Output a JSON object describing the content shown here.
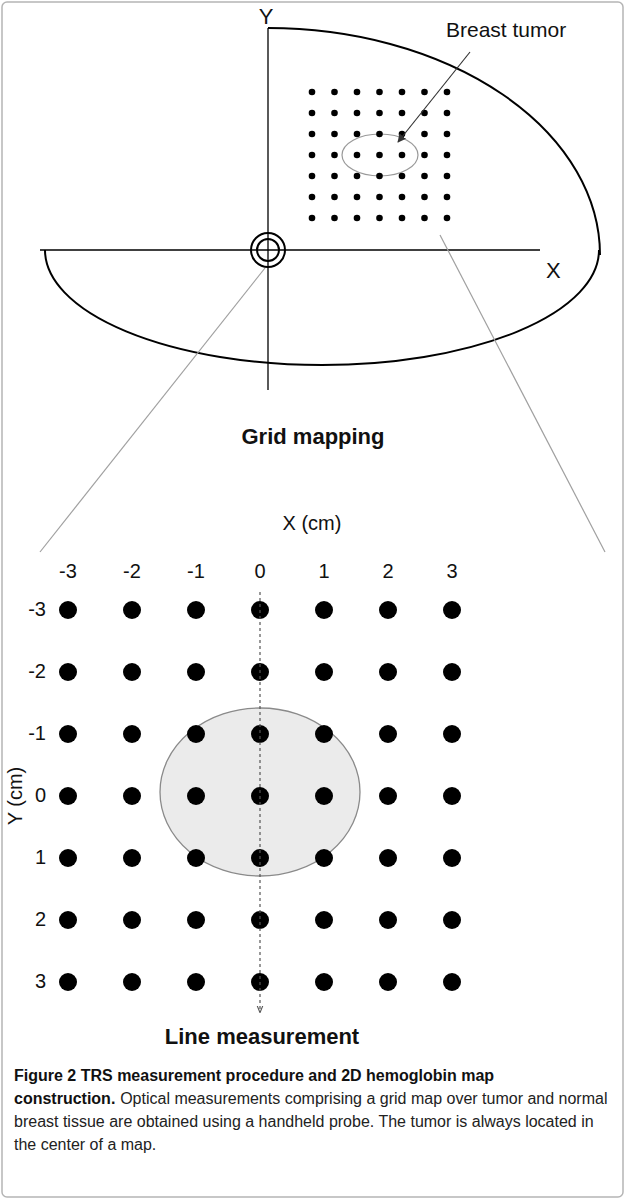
{
  "diagram": {
    "title": "Figure 2 TRS measurement procedure and 2D hemoglobin map construction.",
    "caption": "Optical measurements comprising a grid map over tumor and normal breast tissue are obtained using a handheld probe. The tumor is always located in the center of a map.",
    "labels": [
      "Y",
      "X",
      "Breast tumor",
      "Grid mapping",
      "X (cm)",
      "-3",
      "-2",
      "-1",
      "0",
      "1",
      "2",
      "3",
      "Y (cm)",
      "-3",
      "-2",
      "-1",
      "0",
      "1",
      "2",
      "3",
      "Line measurement"
    ]
  }
}
